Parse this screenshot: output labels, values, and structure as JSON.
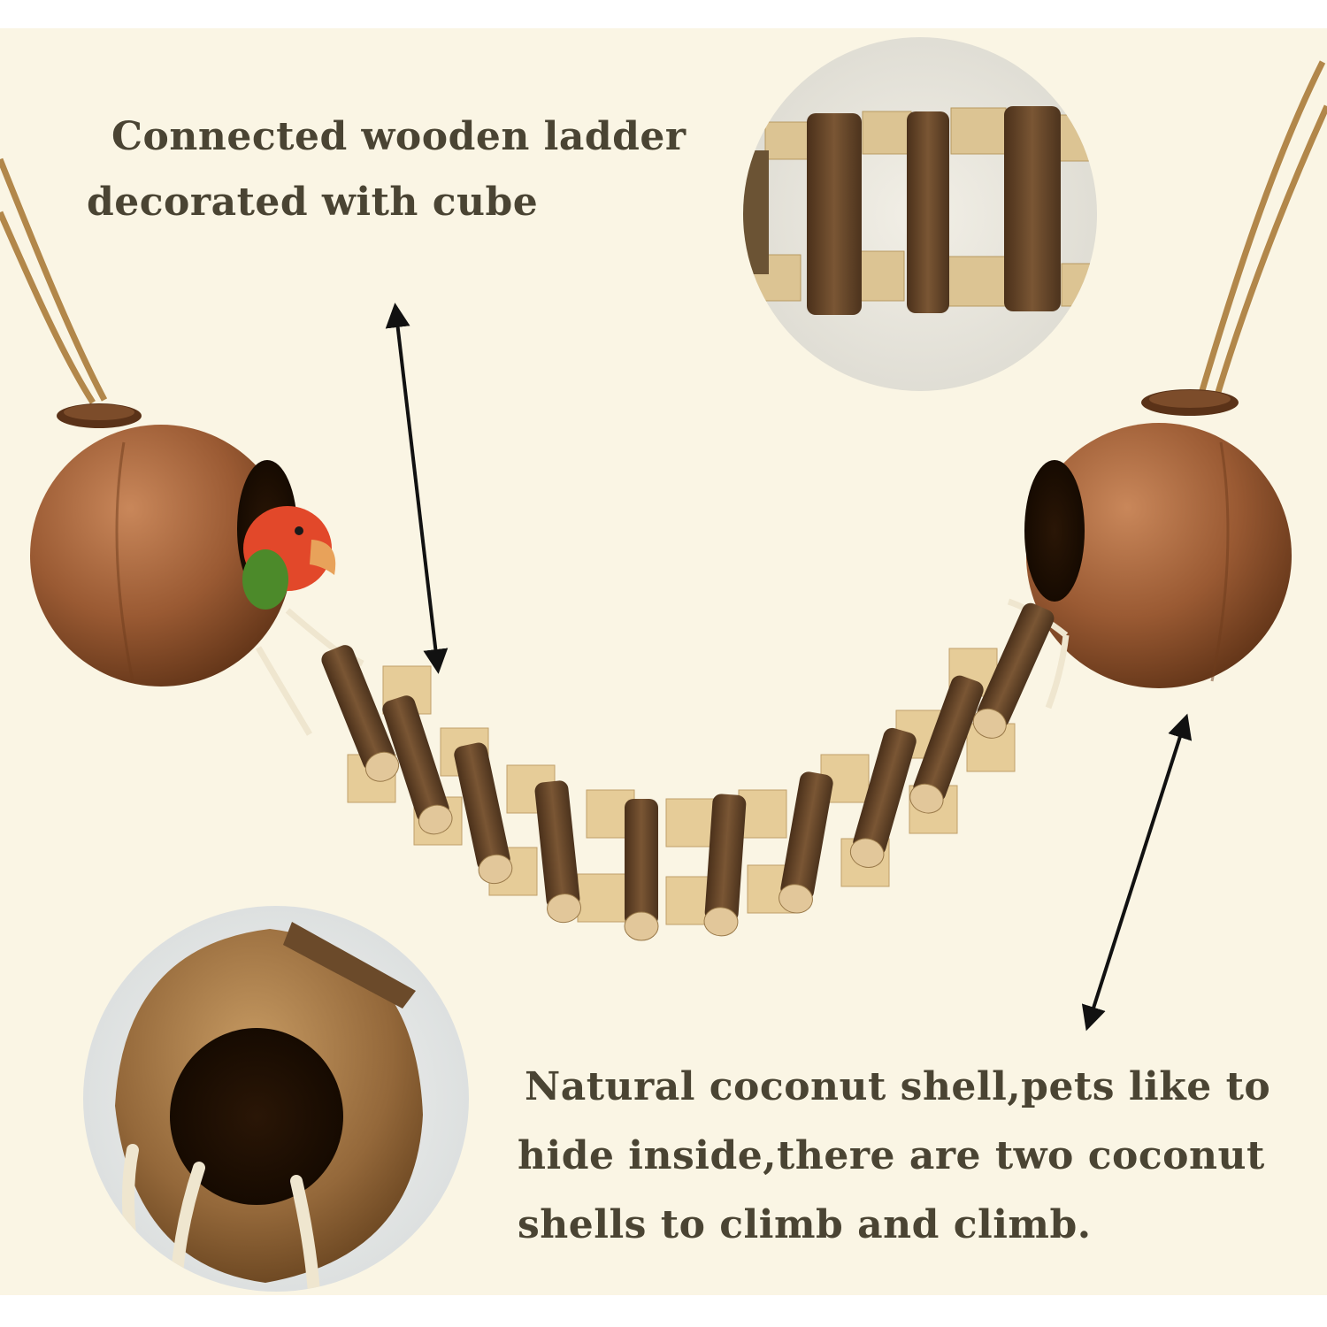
{
  "image_type": "product-infographic",
  "subject": "coconut shell bird hideout with hanging wooden ladder",
  "captions": {
    "ladder": {
      "line1": "Connected wooden ladder",
      "line2": "decorated with cube"
    },
    "coconut": {
      "line1": "Natural coconut shell,pets like to",
      "line2": "hide inside,there are two coconut",
      "line3": "shells to climb and climb."
    }
  },
  "colors": {
    "background": "#faf5e4",
    "text": "#4a4433",
    "coconut": "#9a5a33",
    "wood_rung": "#6a4a2c",
    "wood_cube": "#e6cc98",
    "bird": "#e2482a"
  },
  "icons": [
    "double-arrow-icon",
    "double-arrow-icon"
  ]
}
